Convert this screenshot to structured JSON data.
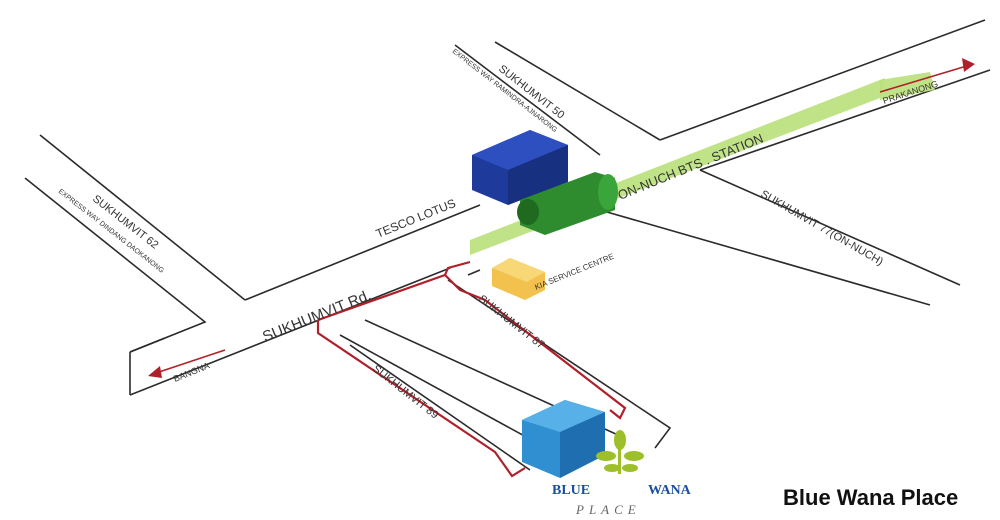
{
  "title": "Blue Wana Place",
  "logo": {
    "line1_left": "BLUE",
    "line1_right": "WANA",
    "line2": "PLACE"
  },
  "roads": {
    "main_road": "SUKHUMVIT Rd.",
    "soi_62": "SUKHUMVIT 62",
    "soi_62_sub": "EXPRESS WAY DINDANG DAOKANONG",
    "soi_50": "SUKHUMVIT 50",
    "soi_50_sub": "EXPRESS WAY RAMINDRA-AJNARONG",
    "soi_77": "SUKHUMVIT 77(ON-NUCH)",
    "soi_87": "SUKHUMVIT 87",
    "soi_89": "SUKHUMVIT 89"
  },
  "landmarks": {
    "tesco": "TESCO  LOTUS",
    "bts": "ON-NUCH BTS . STATION",
    "kia": "KIA SERVICE CENTRE"
  },
  "directions": {
    "bangna": "BANGNA",
    "prakanong": "PRAKANONG"
  },
  "colors": {
    "bts_line": "#b9e07a",
    "station": "#2e8b2e",
    "tesco": "#1e3a9a",
    "kia": "#f2c14e",
    "blue_wana": "#2f8fd0",
    "route": "#b0202a",
    "logo_text": "#1b4f9c",
    "logo_leaf": "#9cbf2a"
  }
}
